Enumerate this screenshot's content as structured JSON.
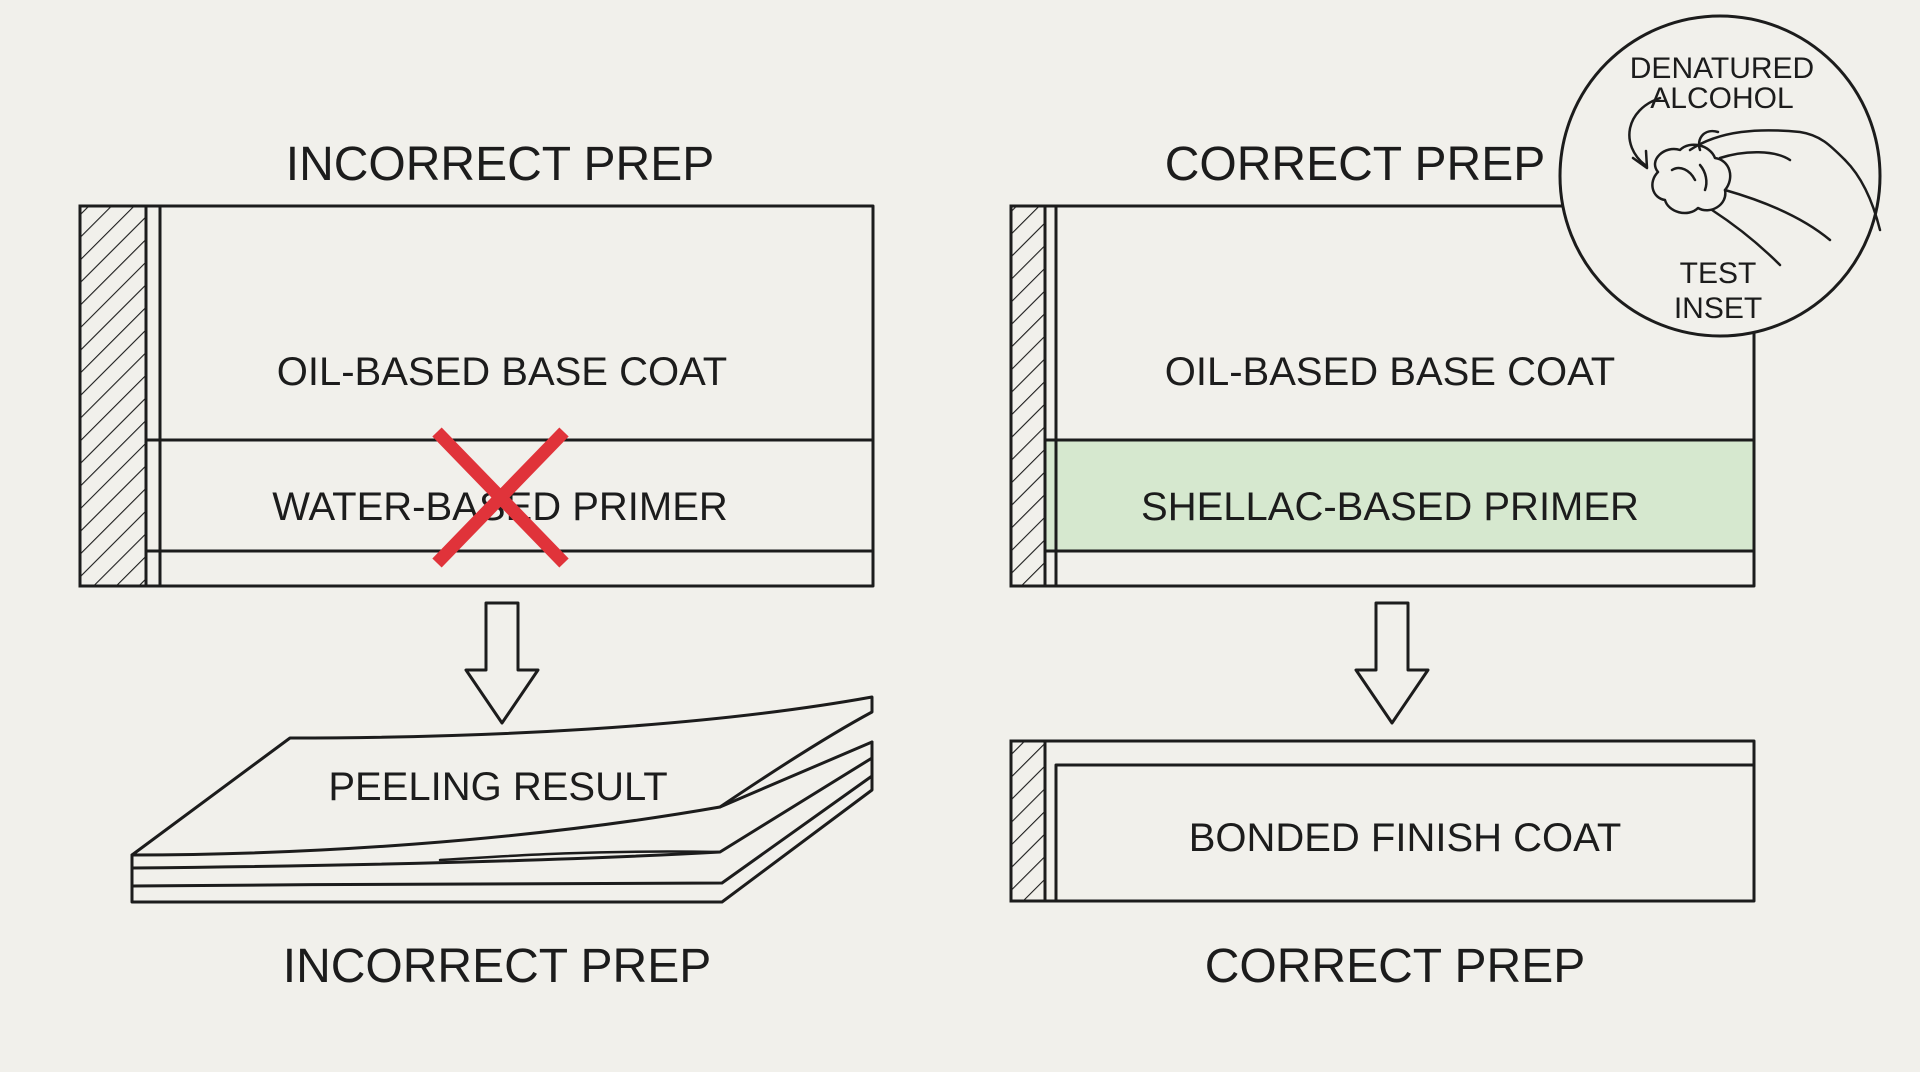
{
  "incorrect": {
    "title": "INCORRECT PREP",
    "base_coat": "OIL-BASED BASE COAT",
    "primer": "WATER-BASED PRIMER",
    "result": "PEELING RESULT",
    "caption": "INCORRECT PREP",
    "cross_color": "#e0333a"
  },
  "correct": {
    "title": "CORRECT PREP",
    "base_coat": "OIL-BASED BASE COAT",
    "primer": "SHELLAC-BASED PRIMER",
    "result": "BONDED FINISH COAT",
    "caption": "CORRECT PREP",
    "primer_color": "#d6e8cf"
  },
  "inset": {
    "label_top_line1": "DENATURED",
    "label_top_line2": "ALCOHOL",
    "label_bottom_line1": "TEST",
    "label_bottom_line2": "INSET"
  },
  "icons": {
    "arrow": "down-arrow-icon",
    "cross": "x-mark-icon",
    "hand": "hand-with-cloth-icon"
  }
}
